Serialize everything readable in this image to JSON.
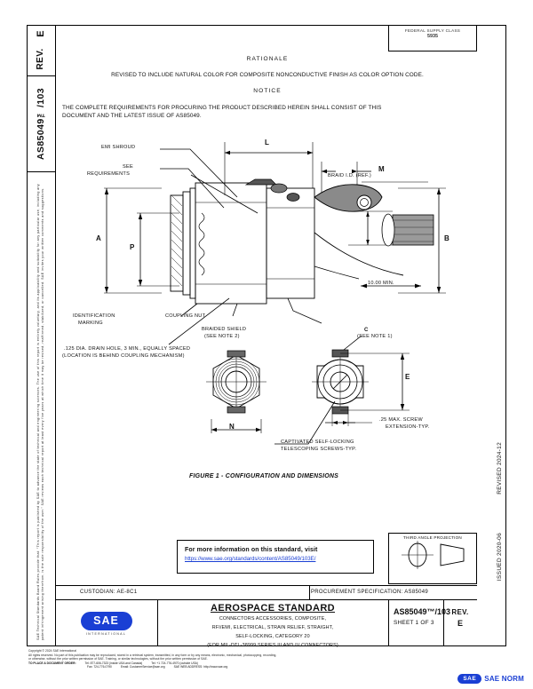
{
  "sidebar": {
    "rev_label": "REV.",
    "rev_value": "E",
    "doc_number": "AS85049™/103",
    "legal_text": "SAE Technical Standards Board Rules provide that: “This report is published by SAE to advance the state of technical and engineering sciences. The use of this report is entirely voluntary, and its applicability and suitability for any particular use, including any patent infringement arising therefrom, is the sole responsibility of the user.” SAE reviews each technical report at least every five years at which time it may be revised, reaffirmed, stabilized, or cancelled. SAE invites your written comments and suggestions."
  },
  "fsc": {
    "line1": "FEDERAL SUPPLY CLASS",
    "line2": "5935"
  },
  "rationale": {
    "heading": "RATIONALE",
    "text": "REVISED TO INCLUDE NATURAL COLOR FOR COMPOSITE NONCONDUCTIVE FINISH AS COLOR OPTION CODE."
  },
  "notice": {
    "heading": "NOTICE",
    "line1": "THE COMPLETE REQUIREMENTS FOR PROCURING THE PRODUCT DESCRIBED HEREIN SHALL CONSIST OF THIS",
    "line2": "DOCUMENT AND THE LATEST ISSUE OF AS85049."
  },
  "drawing": {
    "callouts": {
      "emi_shroud": "EMI SHROUD",
      "see_requirements_1": "SEE",
      "see_requirements_2": "REQUIREMENTS",
      "braid_id": "BRAID I.D. (REF.)",
      "identification_1": "IDENTIFICATION",
      "identification_2": "MARKING",
      "coupling_nut": "COUPLING NUT",
      "braided_shield_1": "BRAIDED SHIELD",
      "braided_shield_2": "(SEE NOTE 2)",
      "drain_hole_1": ".125 DIA. DRAIN HOLE, 3 MIN., EQUALLY SPACED",
      "drain_hole_2": "(LOCATION IS BEHIND COUPLING MECHANISM)",
      "min_dim": "10.00 MIN.",
      "see_note_1_letter": "C",
      "see_note_1": "(SEE NOTE 1)",
      "screw_ext_1": ".25 MAX. SCREW",
      "screw_ext_2": "EXTENSION-TYP.",
      "captivated_1": "CAPTIVATED SELF-LOCKING",
      "captivated_2": "TELESCOPING SCREWS-TYP."
    },
    "dimensions": {
      "L": "L",
      "M": "M",
      "A": "A",
      "B": "B",
      "P": "P",
      "N": "N",
      "E": "E"
    },
    "caption": "FIGURE 1 - CONFIGURATION AND DIMENSIONS"
  },
  "info_box": {
    "line1": "For more information on this standard, visit",
    "url": "https://www.sae.org/standards/content/AS85049/103E/"
  },
  "third_angle": {
    "title": "THIRD ANGLE PROJECTION"
  },
  "title_block": {
    "custodian": "CUSTODIAN: AE-8C1",
    "procurement": "PROCUREMENT SPECIFICATION: AS85049",
    "logo_text": "SAE",
    "logo_sub": "INTERNATIONAL",
    "standard_title": "AEROSPACE STANDARD",
    "desc_line1": "CONNECTORS ACCESSORIES, COMPOSITE,",
    "desc_line2": "RFI/EMI, ELECTRICAL, STRAIN RELIEF, STRAIGHT,",
    "desc_line3": "SELF-LOCKING, CATEGORY 20",
    "desc_line4": "(FOR MIL-DTL-38999 SERIES III AND IV CONNECTORS)",
    "doc_number": "AS85049™/103",
    "sheet": "SHEET 1 OF 3",
    "rev_label": "REV.",
    "rev_value": "E"
  },
  "right_stamps": {
    "revised": "REVISED 2024-12",
    "issued": "ISSUED 2020-06"
  },
  "footer": {
    "copyright": "Copyright © 2024 SAE International",
    "rights1": "All rights reserved. No part of this publication may be reproduced, stored in a retrieval system, transmitted, in any form or by any means, electronic, mechanical, photocopying, recording,",
    "rights2": "or otherwise, without the prior written permission of SAE. Training, or similar technologies, without the prior written permission of SAE.",
    "order_label": "TO PLACE A DOCUMENT ORDER:",
    "tel": "Tel: 877-606-7323 (inside USA and Canada)",
    "tel2": "Tel: +1 724-776-4970 (outside USA)",
    "fax": "Fax: 724-776-0790",
    "email": "Email: CustomerService@sae.org",
    "web": "SAE WEB ADDRESS: http://www.sae.org",
    "norm_logo": "SAE",
    "norm_text": "SAE NORM"
  }
}
